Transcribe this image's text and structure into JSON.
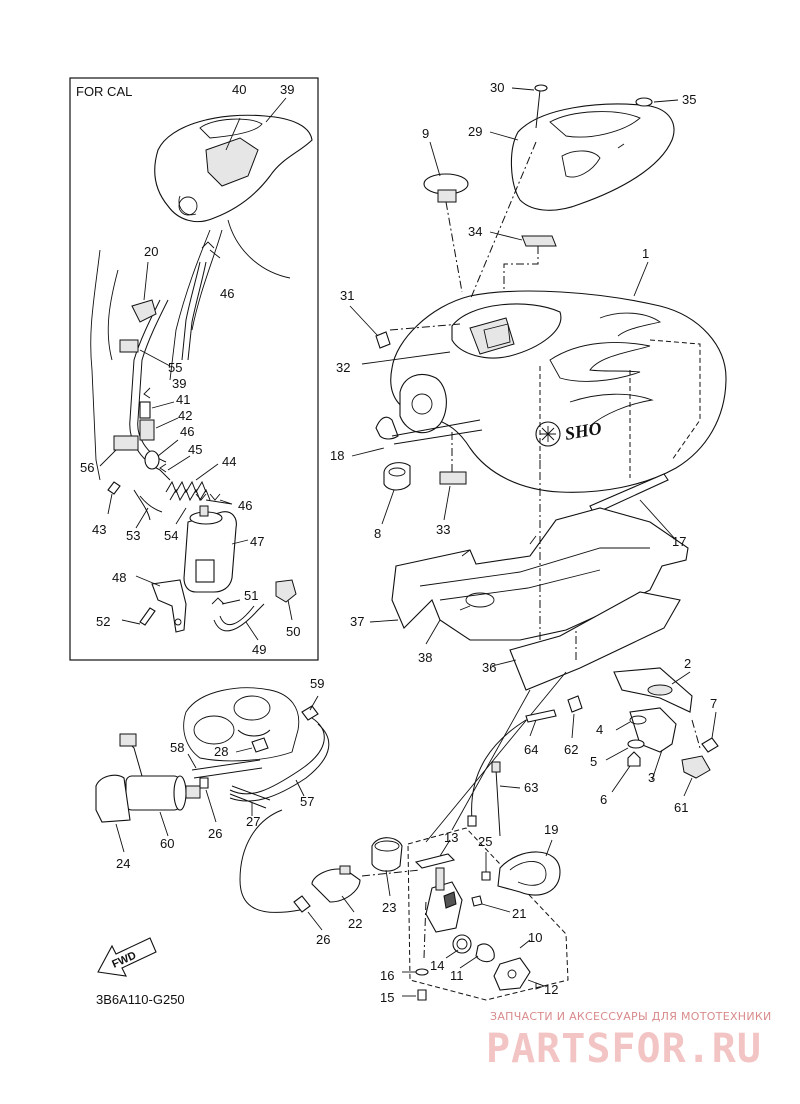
{
  "inset": {
    "title": "FOR CAL"
  },
  "drawing_code": "3B6A110-G250",
  "fwd_label": "FWD",
  "watermark": {
    "top_text": "ЗАПЧАСТИ И АКСЕССУАРЫ ДЛЯ МОТОТЕХНИКИ",
    "brand_text": "PARTSFOR.RU"
  },
  "tank_decal_text": "SHO",
  "callouts": [
    {
      "id": "c40",
      "text": "40"
    },
    {
      "id": "c39a",
      "text": "39"
    },
    {
      "id": "c20",
      "text": "20"
    },
    {
      "id": "c46a",
      "text": "46"
    },
    {
      "id": "c55",
      "text": "55"
    },
    {
      "id": "c39b",
      "text": "39"
    },
    {
      "id": "c41",
      "text": "41"
    },
    {
      "id": "c42",
      "text": "42"
    },
    {
      "id": "c46b",
      "text": "46"
    },
    {
      "id": "c45",
      "text": "45"
    },
    {
      "id": "c44",
      "text": "44"
    },
    {
      "id": "c56",
      "text": "56"
    },
    {
      "id": "c46c",
      "text": "46"
    },
    {
      "id": "c43",
      "text": "43"
    },
    {
      "id": "c53",
      "text": "53"
    },
    {
      "id": "c54",
      "text": "54"
    },
    {
      "id": "c47",
      "text": "47"
    },
    {
      "id": "c48",
      "text": "48"
    },
    {
      "id": "c51",
      "text": "51"
    },
    {
      "id": "c52",
      "text": "52"
    },
    {
      "id": "c50",
      "text": "50"
    },
    {
      "id": "c49",
      "text": "49"
    },
    {
      "id": "c30",
      "text": "30"
    },
    {
      "id": "c35",
      "text": "35"
    },
    {
      "id": "c29",
      "text": "29"
    },
    {
      "id": "c9",
      "text": "9"
    },
    {
      "id": "c34",
      "text": "34"
    },
    {
      "id": "c1",
      "text": "1"
    },
    {
      "id": "c31",
      "text": "31"
    },
    {
      "id": "c32",
      "text": "32"
    },
    {
      "id": "c18",
      "text": "18"
    },
    {
      "id": "c8",
      "text": "8"
    },
    {
      "id": "c33",
      "text": "33"
    },
    {
      "id": "c17",
      "text": "17"
    },
    {
      "id": "c37",
      "text": "37"
    },
    {
      "id": "c38",
      "text": "38"
    },
    {
      "id": "c36",
      "text": "36"
    },
    {
      "id": "c2",
      "text": "2"
    },
    {
      "id": "c4",
      "text": "4"
    },
    {
      "id": "c7",
      "text": "7"
    },
    {
      "id": "c5",
      "text": "5"
    },
    {
      "id": "c3",
      "text": "3"
    },
    {
      "id": "c6",
      "text": "6"
    },
    {
      "id": "c61",
      "text": "61"
    },
    {
      "id": "c59",
      "text": "59"
    },
    {
      "id": "c58",
      "text": "58"
    },
    {
      "id": "c28",
      "text": "28"
    },
    {
      "id": "c64",
      "text": "64"
    },
    {
      "id": "c62",
      "text": "62"
    },
    {
      "id": "c63",
      "text": "63"
    },
    {
      "id": "c57",
      "text": "57"
    },
    {
      "id": "c60",
      "text": "60"
    },
    {
      "id": "c26a",
      "text": "26"
    },
    {
      "id": "c27",
      "text": "27"
    },
    {
      "id": "c24",
      "text": "24"
    },
    {
      "id": "c13",
      "text": "13"
    },
    {
      "id": "c25",
      "text": "25"
    },
    {
      "id": "c19",
      "text": "19"
    },
    {
      "id": "c22",
      "text": "22"
    },
    {
      "id": "c23",
      "text": "23"
    },
    {
      "id": "c21",
      "text": "21"
    },
    {
      "id": "c26b",
      "text": "26"
    },
    {
      "id": "c10",
      "text": "10"
    },
    {
      "id": "c14",
      "text": "14"
    },
    {
      "id": "c11",
      "text": "11"
    },
    {
      "id": "c16",
      "text": "16"
    },
    {
      "id": "c12",
      "text": "12"
    },
    {
      "id": "c15",
      "text": "15"
    }
  ]
}
